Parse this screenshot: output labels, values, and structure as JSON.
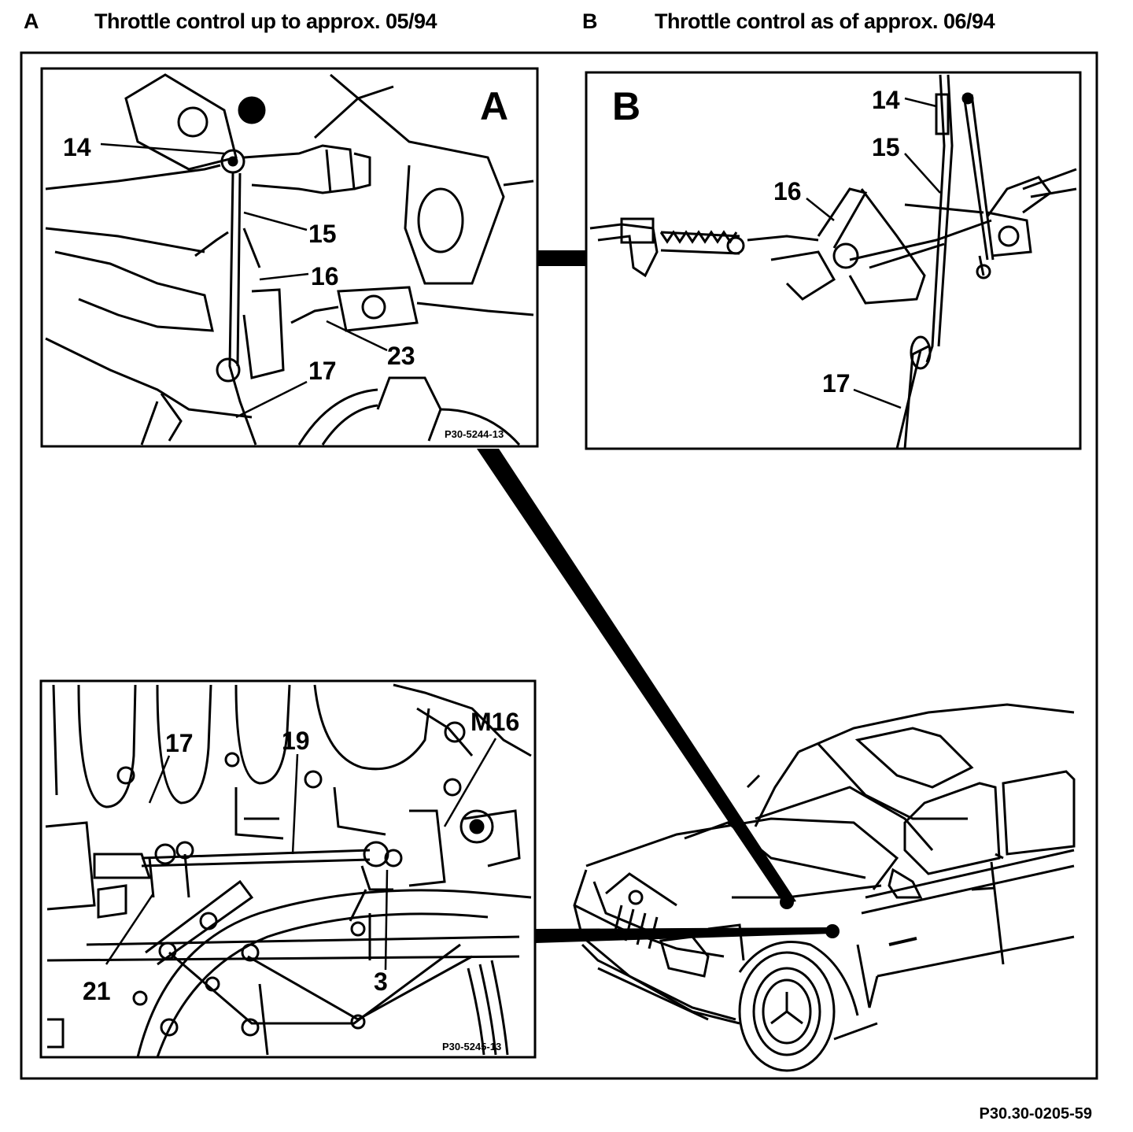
{
  "header": {
    "a_letter": "A",
    "a_text": "Throttle control up to approx. 05/94",
    "b_letter": "B",
    "b_text": "Throttle control as of approx. 06/94"
  },
  "inset_a": {
    "letter": "A",
    "labels": [
      "14",
      "15",
      "16",
      "23",
      "17"
    ],
    "code": "P30-5244-13"
  },
  "inset_b": {
    "letter": "B",
    "labels": [
      "14",
      "15",
      "16",
      "17"
    ]
  },
  "inset_c": {
    "labels": [
      "17",
      "19",
      "M16",
      "21",
      "3"
    ],
    "code": "P30-5245-13"
  },
  "figure_number": "P30.30-0205-59"
}
